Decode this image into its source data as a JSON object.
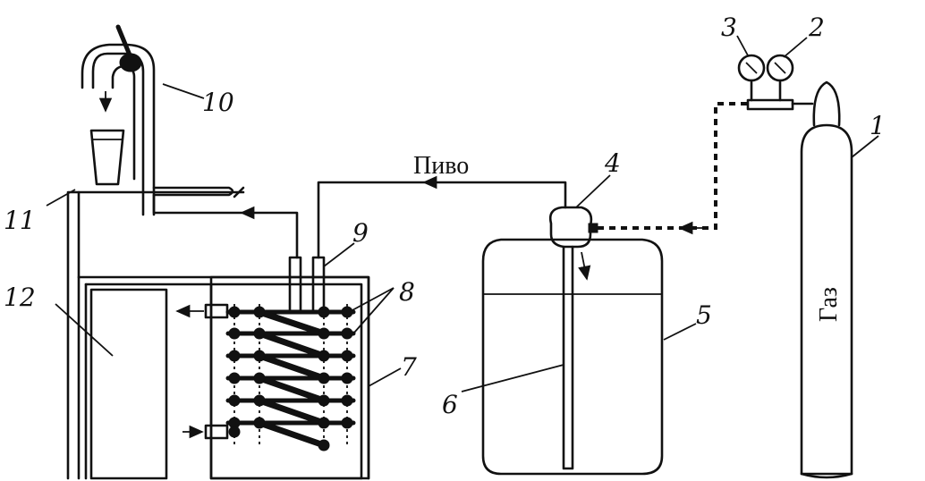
{
  "labels": {
    "n1": "1",
    "n2": "2",
    "n3": "3",
    "n4": "4",
    "n5": "5",
    "n6": "6",
    "n7": "7",
    "n8": "8",
    "n9": "9",
    "n10": "10",
    "n11": "11",
    "n12": "12",
    "beer": "Пиво",
    "gas": "Газ"
  }
}
